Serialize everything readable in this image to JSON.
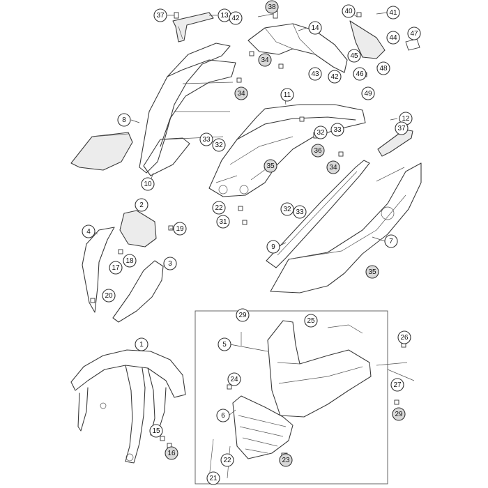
{
  "callouts": [
    {
      "label": "1",
      "shaded": false
    },
    {
      "label": "2",
      "shaded": false
    },
    {
      "label": "3",
      "shaded": false
    },
    {
      "label": "4",
      "shaded": false
    },
    {
      "label": "5",
      "shaded": false
    },
    {
      "label": "6",
      "shaded": false
    },
    {
      "label": "7",
      "shaded": false
    },
    {
      "label": "8",
      "shaded": false
    },
    {
      "label": "9",
      "shaded": false
    },
    {
      "label": "10",
      "shaded": false
    },
    {
      "label": "11",
      "shaded": false
    },
    {
      "label": "12",
      "shaded": false
    },
    {
      "label": "13",
      "shaded": false
    },
    {
      "label": "14",
      "shaded": false
    },
    {
      "label": "15",
      "shaded": false
    },
    {
      "label": "16",
      "shaded": true
    },
    {
      "label": "17",
      "shaded": false
    },
    {
      "label": "18",
      "shaded": false
    },
    {
      "label": "19",
      "shaded": false
    },
    {
      "label": "20",
      "shaded": false
    },
    {
      "label": "21",
      "shaded": false
    },
    {
      "label": "22",
      "shaded": false
    },
    {
      "label": "22",
      "shaded": false
    },
    {
      "label": "23",
      "shaded": true
    },
    {
      "label": "24",
      "shaded": false
    },
    {
      "label": "25",
      "shaded": false
    },
    {
      "label": "26",
      "shaded": false
    },
    {
      "label": "27",
      "shaded": false
    },
    {
      "label": "29",
      "shaded": false
    },
    {
      "label": "29",
      "shaded": true
    },
    {
      "label": "31",
      "shaded": false
    },
    {
      "label": "32",
      "shaded": false
    },
    {
      "label": "32",
      "shaded": false
    },
    {
      "label": "32",
      "shaded": false
    },
    {
      "label": "33",
      "shaded": false
    },
    {
      "label": "33",
      "shaded": false
    },
    {
      "label": "33",
      "shaded": false
    },
    {
      "label": "34",
      "shaded": true
    },
    {
      "label": "34",
      "shaded": true
    },
    {
      "label": "34",
      "shaded": true
    },
    {
      "label": "35",
      "shaded": true
    },
    {
      "label": "35",
      "shaded": true
    },
    {
      "label": "36",
      "shaded": true
    },
    {
      "label": "37",
      "shaded": false
    },
    {
      "label": "37",
      "shaded": false
    },
    {
      "label": "38",
      "shaded": true
    },
    {
      "label": "40",
      "shaded": false
    },
    {
      "label": "41",
      "shaded": false
    },
    {
      "label": "42",
      "shaded": false
    },
    {
      "label": "42",
      "shaded": false
    },
    {
      "label": "43",
      "shaded": false
    },
    {
      "label": "44",
      "shaded": false
    },
    {
      "label": "45",
      "shaded": false
    },
    {
      "label": "46",
      "shaded": false
    },
    {
      "label": "47",
      "shaded": false
    },
    {
      "label": "48",
      "shaded": false
    },
    {
      "label": "49",
      "shaded": false
    }
  ]
}
